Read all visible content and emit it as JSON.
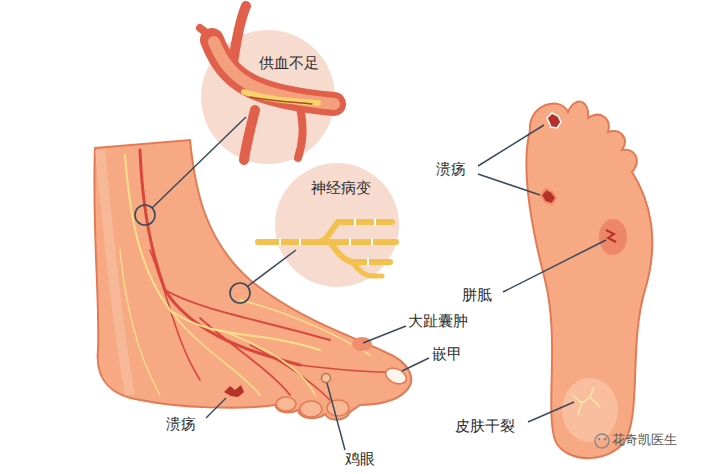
{
  "diagram": {
    "nodes": [
      {
        "text": [
          "供血不足"
        ]
      },
      {
        "text": [
          "神经病变"
        ]
      }
    ],
    "labels": [
      "溃疡",
      "胼胝",
      "大趾囊肿",
      "嵌甲",
      "皮肤干裂",
      "溃疡",
      "鸡眼",
      "花奇凯医生"
    ]
  }
}
